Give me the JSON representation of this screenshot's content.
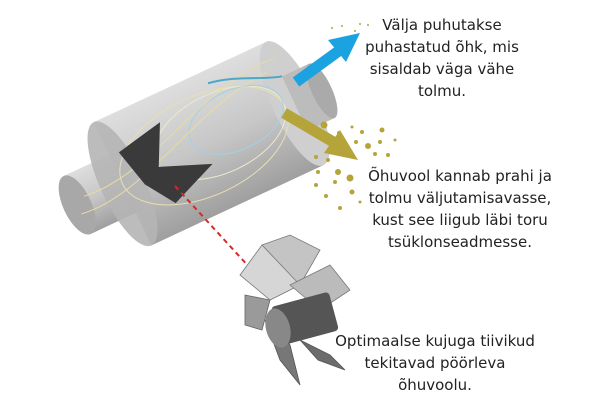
{
  "captions": {
    "clean_air": [
      "Välja puhutakse",
      "puhastatud õhk, mis",
      "sisaldab väga vähe",
      "tolmu."
    ],
    "dust_flow": [
      "Õhuvool kannab prahi ja",
      "tolmu väljutamisavasse,",
      "kust see liigub läbi toru",
      "tsüklonseadmesse."
    ],
    "impeller": [
      "Optimaalse kujuga tiivikud",
      "tekitavad pöörleva",
      "õhuvoolu."
    ]
  },
  "colors": {
    "clean_arrow": "#1aa3e0",
    "dust_arrow": "#b5a43a",
    "dust_dots": "#b5a43a",
    "leader_line": "#d42a2a",
    "text": "#222222"
  }
}
